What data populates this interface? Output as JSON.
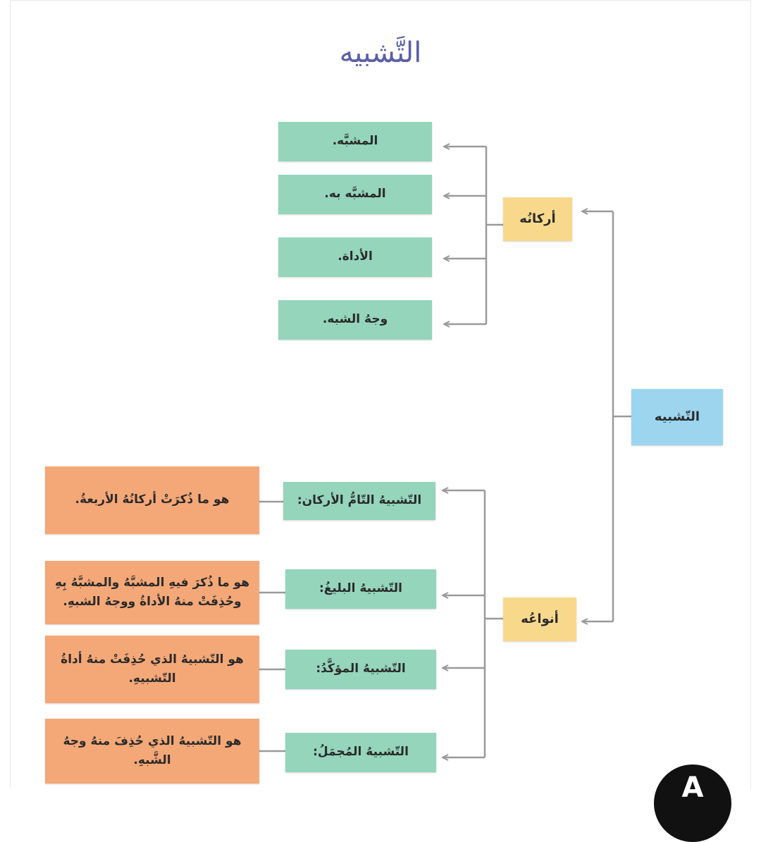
{
  "title": "التَّشبيه",
  "root": {
    "label": "التّشبيه"
  },
  "pillars": {
    "label": "أركانُه",
    "items": [
      "المشبَّه.",
      "المشبَّه به.",
      "الأداة.",
      "وجهُ الشبه."
    ]
  },
  "types": {
    "label": "أنواعُه",
    "items": [
      {
        "name": "التّشبيهُ التّامُّ الأركان:",
        "definition": "هو ما ذُكرَتْ أركانُهُ الأربعةُ."
      },
      {
        "name": "التّشبيهُ البليغُ:",
        "definition": "هو ما ذُكرَ فيهِ المشبَّهُ والمشبَّهُ بِهِ وحُذِفَتْ منهُ الأداةُ ووجهُ الشبهِ."
      },
      {
        "name": "التّشبيهُ المؤكَّدُ:",
        "definition": "هو التّشبيهُ الذي حُذِفَتْ منهُ أداةُ التّشبيهِ."
      },
      {
        "name": "التّشبيهُ المُجمَلُ:",
        "definition": "هو التّشبيهُ الذي حُذِفَ منهُ وجهُ الشَّبهِ."
      }
    ]
  },
  "badge": {
    "letter": "A"
  },
  "colors": {
    "green": "#94d5bb",
    "yellow": "#f8d98c",
    "blue": "#9dd5ef",
    "orange": "#f4a878",
    "connector": "#9a9a9a",
    "title": "#5b5fa8"
  }
}
